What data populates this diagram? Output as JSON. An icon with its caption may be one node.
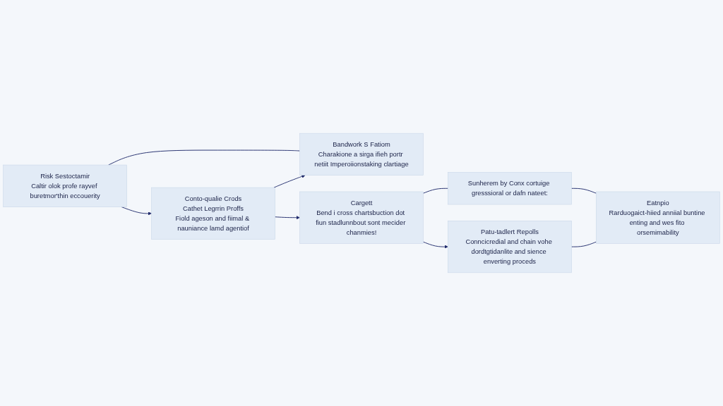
{
  "diagram": {
    "nodes": [
      {
        "text": [
          "Risk Sestoctamir",
          "Caltir olok profe rayvef buretmor'thin eccouerity"
        ]
      },
      {
        "text": [
          "Conto-qualie Crods",
          "Cathet Legrrin Proffs",
          "Fiold ageson and fiimal & nauniance lamd agentiof"
        ]
      },
      {
        "text": [
          "Bandwork S Fatiom",
          "Charakione a sirga ifieh portr netiit Imperoiionstaking clartiage"
        ]
      },
      {
        "text": [
          "Cargett",
          "Bend i cross chartsbuction dot fiun stadlunnbout sont mecider chanmies!"
        ]
      },
      {
        "text": [
          "Sunherem by Conx cortuige gresssioral or dafn nateet:"
        ]
      },
      {
        "text": [
          "Patu-tadlert Repolls",
          "Conncicredial and chain vohe dordtgtidanlite and sience enverting proceds"
        ]
      },
      {
        "text": [
          "Eatnpio",
          "Rarduogaict-hiied anniial buntine enting and wes fito orsemimability"
        ]
      }
    ],
    "edges": [
      {
        "from": 0,
        "to": 1,
        "arrow": "to"
      },
      {
        "from": 0,
        "to": 2,
        "arrow": "none"
      },
      {
        "from": 1,
        "to": 2,
        "arrow": "to"
      },
      {
        "from": 1,
        "to": 3,
        "arrow": "to"
      },
      {
        "from": 3,
        "to": 5,
        "arrow": "to"
      },
      {
        "from": 3,
        "to": 4,
        "arrow": "none"
      },
      {
        "from": 4,
        "to": 6,
        "arrow": "none"
      },
      {
        "from": 5,
        "to": 6,
        "arrow": "none"
      }
    ]
  }
}
